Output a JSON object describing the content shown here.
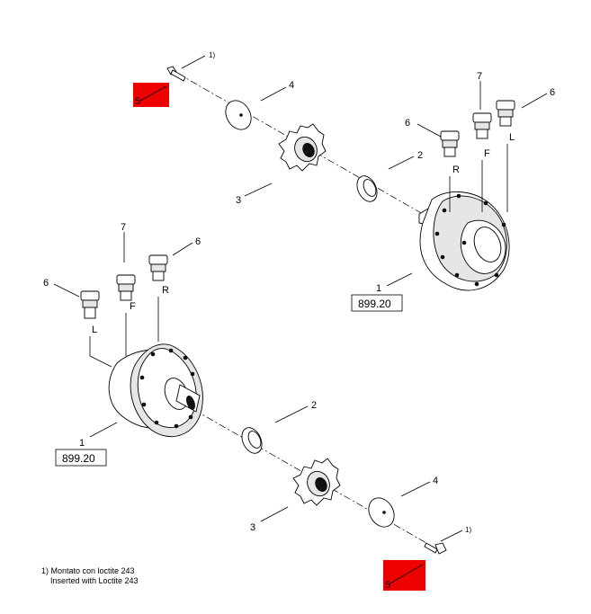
{
  "callouts": {
    "top_footnote_mark": "1)",
    "top_bolt": "5",
    "top_washer": "4",
    "top_sprocket": "3",
    "top_seal": "2",
    "top_motor": "1",
    "top_port_r": "6",
    "top_port_f": "7",
    "top_port_l": "6",
    "top_letter_r": "R",
    "top_letter_f": "F",
    "top_letter_l": "L",
    "top_ref": "899.20",
    "bot_port_l": "6",
    "bot_port_f": "7",
    "bot_port_r": "6",
    "bot_letter_l": "L",
    "bot_letter_f": "F",
    "bot_letter_r": "R",
    "bot_motor": "1",
    "bot_ref": "899.20",
    "bot_seal": "2",
    "bot_washer": "4",
    "bot_sprocket": "3",
    "bot_footnote_mark": "1)",
    "bot_bolt": "5"
  },
  "highlight_color": "#ee0000",
  "footnote": {
    "line1": "1) Montato con loctite 243",
    "line2": "    Inserted with Loctite 243"
  }
}
